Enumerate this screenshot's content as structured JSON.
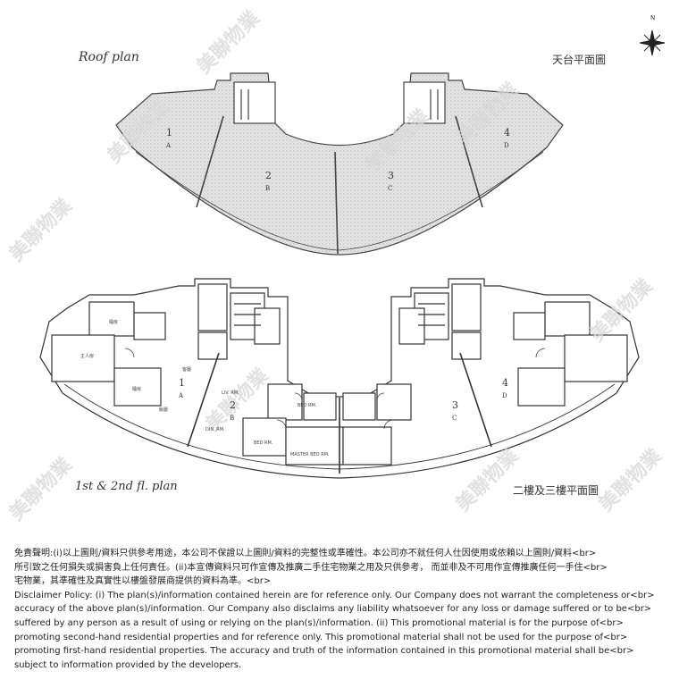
{
  "labels": {
    "roof_en": "Roof plan",
    "roof_zh": "天台平面圖",
    "floor_en": "1st & 2nd fl. plan",
    "floor_zh": "二樓及三樓平面圖",
    "north": "N"
  },
  "roof_units": [
    {
      "num": "1",
      "letter": "A"
    },
    {
      "num": "2",
      "letter": "B"
    },
    {
      "num": "3",
      "letter": "C"
    },
    {
      "num": "4",
      "letter": "D"
    }
  ],
  "floor_units": [
    {
      "num": "1",
      "letter": "A"
    },
    {
      "num": "2",
      "letter": "B"
    },
    {
      "num": "3",
      "letter": "C"
    },
    {
      "num": "4",
      "letter": "D"
    }
  ],
  "rooms": {
    "liv": "LIV. RM.",
    "din": "DIN. RM.",
    "bed1": "BED RM.",
    "bed2": "BED RM.",
    "master": "MASTER BED RM.",
    "zh_bed": "主人房",
    "zh_bed2": "睡房",
    "zh_bed3": "睡房",
    "zh_liv": "客廳",
    "zh_din": "飯廳"
  },
  "watermark": "美聯物業",
  "disclaimer": [
    "免責聲明:(i)以上圖則/資料只供參考用途，本公司不保證以上圖則/資料的完整性或準確性。本公司亦不就任何人仕因使用或依賴以上圖則/資料<br>",
    "所引致之任何損失或損害負上任何責任。(ii)本宣傳資料只可作宣傳及推廣二手住宅物業之用及只供參考， 而並非及不可用作宣傳推廣任何一手住<br>",
    "宅物業，其準確性及真實性以樓盤發展商提供的資料為準。<br>",
    "Disclaimer Policy: (i) The plan(s)/information contained herein are for reference only. Our Company does not warrant the completeness or<br>",
    "accuracy of the above plan(s)/information. Our Company also disclaims any liability whatsoever for any loss or damage suffered or to be<br>",
    "suffered by any person as a result of using or relying on the plan(s)/information. (ii) This promotional material is for the purpose of<br>",
    "promoting second-hand residential properties and for reference only. This promotional material shall not be used for the purpose of<br>",
    "promoting first-hand residential properties. The accuracy and truth of the information contained in this promotional material shall be<br>",
    "subject to information provided by the developers."
  ]
}
